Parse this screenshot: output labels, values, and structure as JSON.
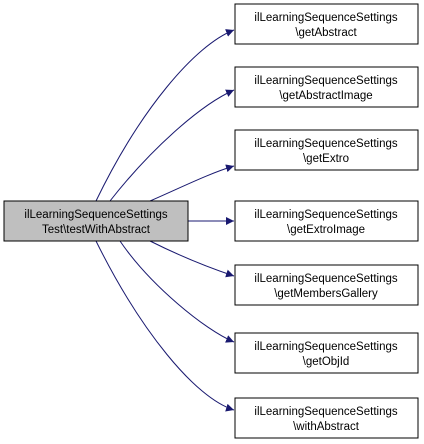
{
  "graph": {
    "caller": {
      "line1": "ilLearningSequenceSettings",
      "line2": "Test\\testWithAbstract",
      "fill": "#bfbfbf"
    },
    "callees": [
      {
        "id": "getAbstract",
        "line1": "ilLearningSequenceSettings",
        "line2": "\\getAbstract"
      },
      {
        "id": "getAbstractImage",
        "line1": "ilLearningSequenceSettings",
        "line2": "\\getAbstractImage"
      },
      {
        "id": "getExtro",
        "line1": "ilLearningSequenceSettings",
        "line2": "\\getExtro"
      },
      {
        "id": "getExtroImage",
        "line1": "ilLearningSequenceSettings",
        "line2": "\\getExtroImage"
      },
      {
        "id": "getMembersGallery",
        "line1": "ilLearningSequenceSettings",
        "line2": "\\getMembersGallery"
      },
      {
        "id": "getObjId",
        "line1": "ilLearningSequenceSettings",
        "line2": "\\getObjId"
      },
      {
        "id": "withAbstract",
        "line1": "ilLearningSequenceSettings",
        "line2": "\\withAbstract"
      }
    ],
    "colors": {
      "edge": "#191970",
      "node_border": "#000000",
      "node_fill": "#ffffff"
    }
  }
}
